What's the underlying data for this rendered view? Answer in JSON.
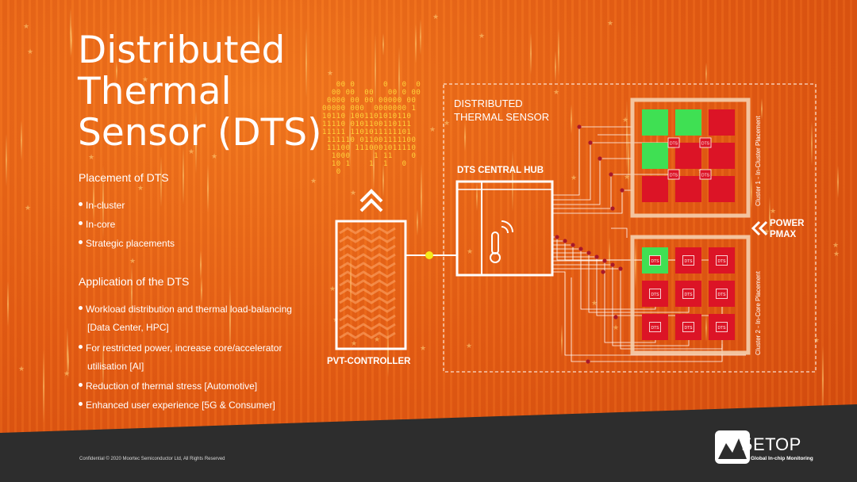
{
  "title": "Distributed\nThermal\nSensor (DTS)",
  "placement": {
    "heading": "Placement of DTS",
    "items": [
      "In-cluster",
      "In-core",
      "Strategic placements"
    ]
  },
  "application": {
    "heading": "Application of the DTS",
    "items": [
      {
        "line1": "Workload distribution and thermal load-balancing",
        "line2": "[Data Center, HPC]"
      },
      {
        "line1": "For restricted power, increase core/accelerator",
        "line2": "utilisation [AI]"
      },
      {
        "line1": "Reduction of thermal stress [Automotive]",
        "line2": ""
      },
      {
        "line1": "Enhanced user experience [5G & Consumer]",
        "line2": ""
      }
    ]
  },
  "binary_lines": [
    "   00 0      0   0  0",
    "  00 00  00   00 0 00",
    " 0000 00 00 00000 00",
    "00000 000  0000000 1",
    "10110 1001101010110",
    "11110 0101100110111",
    "11111 1101011111101",
    " 111110 011001111100",
    " 11100 1110001011110",
    "  1000     1 11    0",
    "  10 1    1  1   0",
    "   0"
  ],
  "diagram": {
    "dts_label_line1": "DISTRIBUTED",
    "dts_label_line2": "THERMAL SENSOR",
    "hub_label": "DTS CENTRAL HUB",
    "pvt_label": "PVT-CONTROLLER",
    "power_line1": "POWER",
    "power_line2": "PMAX",
    "cluster1_label": "Cluster 1 - In-Cluster Placement",
    "cluster2_label": "Cluster 2 - In-Core Placement",
    "chip_label": "DTS",
    "cluster1_cells": [
      "green",
      "green",
      "red",
      "green",
      "red",
      "red",
      "red",
      "red",
      "red"
    ],
    "cluster2_cells": [
      "green",
      "red",
      "red",
      "red",
      "red",
      "red",
      "red",
      "red",
      "red"
    ]
  },
  "colors": {
    "background": "#e8631a",
    "cell_red": "#dc1426",
    "cell_green": "#3fe053",
    "wire_dot": "#a8182a",
    "junction": "#f6ea1a",
    "bottom_bar": "#2d2d2d"
  },
  "footer": {
    "copyright": "Confidential © 2020 Moortec Semiconductor Ltd, All Rights Reserved",
    "logo_text": "БЕТОР",
    "logo_tagline": "Global In-chip Monitoring"
  }
}
